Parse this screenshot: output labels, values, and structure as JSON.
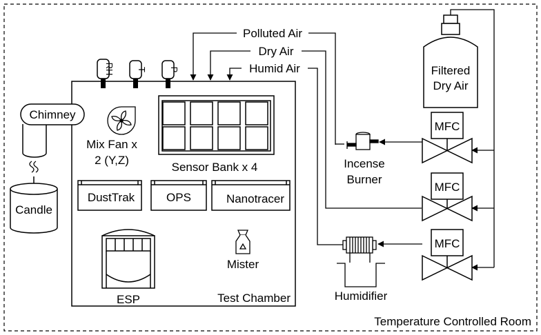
{
  "labels": {
    "room": "Temperature Controlled Room",
    "test_chamber": "Test Chamber",
    "chimney": "Chimney",
    "candle": "Candle",
    "mix_fan_line1": "Mix Fan x",
    "mix_fan_line2": "2 (Y,Z)",
    "sensor_bank": "Sensor Bank x 4",
    "dusttrak": "DustTrak",
    "ops": "OPS",
    "nanotracer": "Nanotracer",
    "esp": "ESP",
    "mister": "Mister",
    "rh": "RH",
    "t": "T",
    "p": "P",
    "polluted_air": "Polluted Air",
    "dry_air": "Dry Air",
    "humid_air": "Humid Air",
    "filtered_line1": "Filtered",
    "filtered_line2": "Dry Air",
    "mfc1": "MFC",
    "mfc2": "MFC",
    "mfc3": "MFC",
    "incense_line1": "Incense",
    "incense_line2": "Burner",
    "humidifier": "Humidifier"
  }
}
